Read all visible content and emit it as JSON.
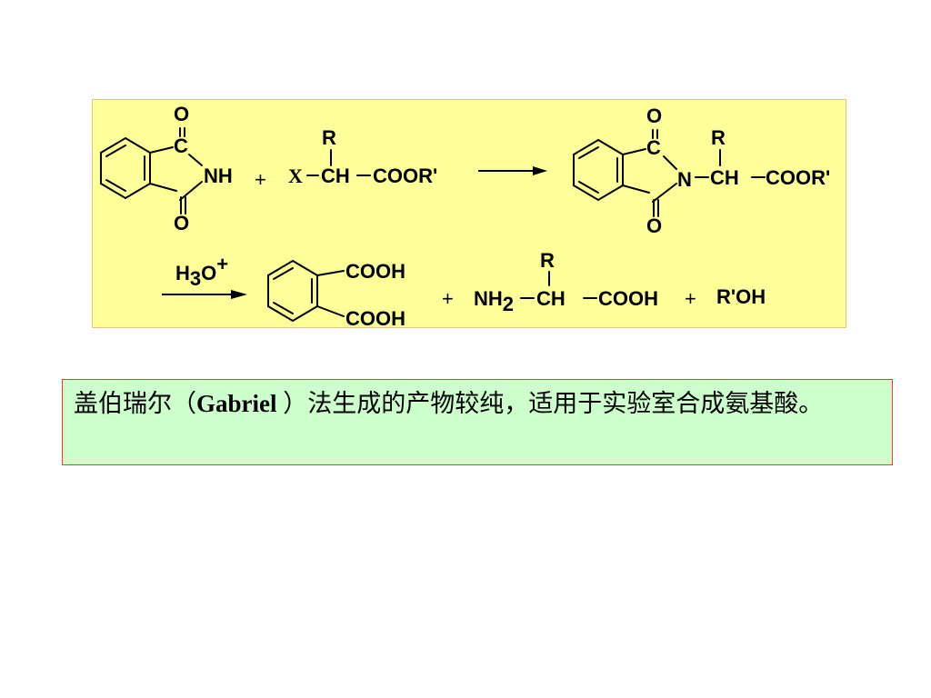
{
  "scheme": {
    "reactant1": {
      "o_top": "O",
      "c_top": "C",
      "nh": "NH",
      "o_bottom": "O"
    },
    "plus1": "+",
    "reactant2": {
      "r": "R",
      "x": "X",
      "ch": "CH",
      "coor": "COOR'"
    },
    "product1": {
      "o_top": "O",
      "c_top": "C",
      "n": "N",
      "o_bottom": "O",
      "r": "R",
      "ch": "CH",
      "coor": "COOR'"
    },
    "reagent": {
      "h": "H",
      "h_sub": "3",
      "o": "O",
      "charge": "+"
    },
    "product2": {
      "cooh_top": "COOH",
      "cooh_bottom": "COOH"
    },
    "plus2": "+",
    "product3": {
      "nh": "NH",
      "nh_sub": "2",
      "r": "R",
      "ch": "CH",
      "cooh": "COOH"
    },
    "plus3": "+",
    "product4": "R'OH"
  },
  "note": {
    "text_before": "盖伯瑞尔（",
    "latin": "Gabriel ",
    "text_after": "）法生成的产物较纯，适用于实验室合成氨基酸。"
  }
}
